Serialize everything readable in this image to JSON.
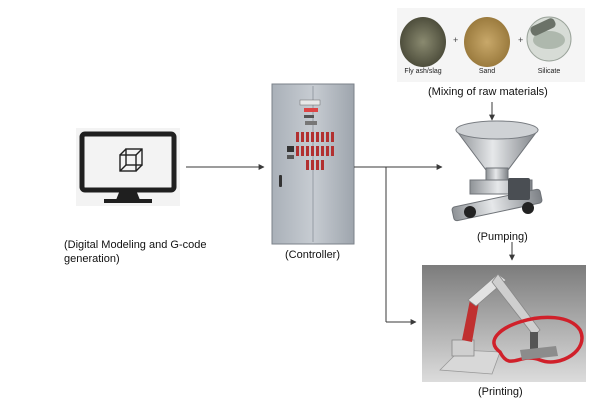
{
  "stages": {
    "modeling": {
      "label": "(Digital Modeling and G-code generation)"
    },
    "controller": {
      "label": "(Controller)"
    },
    "mixing": {
      "label": "(Mixing of raw materials)"
    },
    "pumping": {
      "label": "(Pumping)"
    },
    "printing": {
      "label": "(Printing)"
    }
  },
  "materials": [
    {
      "label": "Fly ash/slag"
    },
    {
      "label": "Sand"
    },
    {
      "label": "Silicate"
    }
  ],
  "plus_sign": "+",
  "colors": {
    "line": "#3a3a3a",
    "monitor": "#1f1f1f",
    "cabinet": "#b9bfc7",
    "printer_red": "#d0202a"
  }
}
